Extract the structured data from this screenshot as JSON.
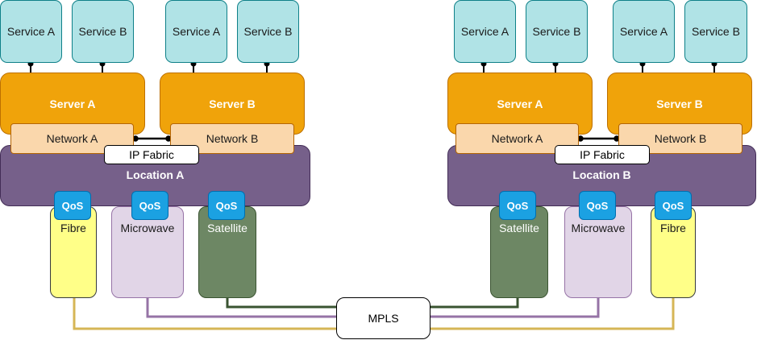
{
  "left": {
    "services": [
      "Service A",
      "Service B",
      "Service A",
      "Service B"
    ],
    "servers": [
      "Server A",
      "Server B"
    ],
    "networks": [
      "Network A",
      "Network B"
    ],
    "ip_fabric": "IP Fabric",
    "location": "Location A",
    "links": [
      "Fibre",
      "Microwave",
      "Satellite"
    ],
    "qos": [
      "QoS",
      "QoS",
      "QoS"
    ]
  },
  "right": {
    "services": [
      "Service A",
      "Service B",
      "Service A",
      "Service B"
    ],
    "servers": [
      "Server A",
      "Server B"
    ],
    "networks": [
      "Network A",
      "Network B"
    ],
    "ip_fabric": "IP Fabric",
    "location": "Location B",
    "links": [
      "Satellite",
      "Microwave",
      "Fibre"
    ],
    "qos": [
      "QoS",
      "QoS",
      "QoS"
    ]
  },
  "mpls": "MPLS",
  "colors": {
    "service": "#b0e3e6",
    "server": "#f0a30a",
    "network": "#fad7ac",
    "location": "#76608a",
    "fibre": "#ffff88",
    "microwave": "#e1d5e7",
    "satellite": "#6d8764",
    "qos": "#1ba1e2",
    "fibre_line": "#d6b656",
    "microwave_line": "#9673a6",
    "satellite_line": "#3a5431"
  }
}
